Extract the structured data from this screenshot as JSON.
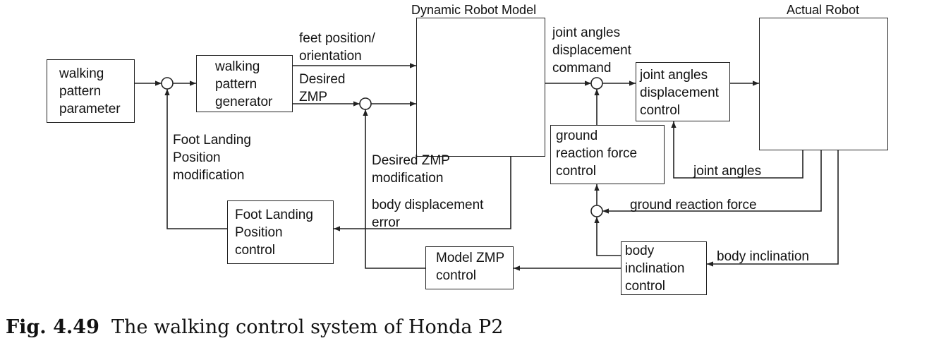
{
  "blocks": {
    "walking_pattern_parameter": "walking\npattern\nparameter",
    "walking_pattern_generator": "walking\npattern\ngenerator",
    "dynamic_robot_model_title": "Dynamic Robot Model",
    "actual_robot_title": "Actual Robot",
    "joint_angles_displacement_control": "joint angles\ndisplacement\ncontrol",
    "ground_reaction_force_control": "ground\nreaction force\ncontrol",
    "foot_landing_position_control": "Foot Landing\nPosition\ncontrol",
    "model_zmp_control": "Model ZMP\n control",
    "body_inclination_control": "body\ninclination\ncontrol"
  },
  "signals": {
    "feet_position_orientation": "feet position/\norientation",
    "desired_zmp": "Desired\nZMP",
    "joint_angles_displacement_command": "joint angles\ndisplacement\ncommand",
    "foot_landing_position_modification": "Foot Landing\nPosition\nmodification",
    "desired_zmp_modification": "Desired ZMP\nmodification",
    "body_displacement_error": "body displacement\nerror",
    "joint_angles": "joint angles",
    "ground_reaction_force": "ground reaction force",
    "body_inclination": "body inclination"
  },
  "caption": {
    "number": "Fig. 4.49",
    "text": "The walking control system of Honda P2"
  },
  "colors": {
    "line": "#222222",
    "marker_red": "#b5121b"
  }
}
